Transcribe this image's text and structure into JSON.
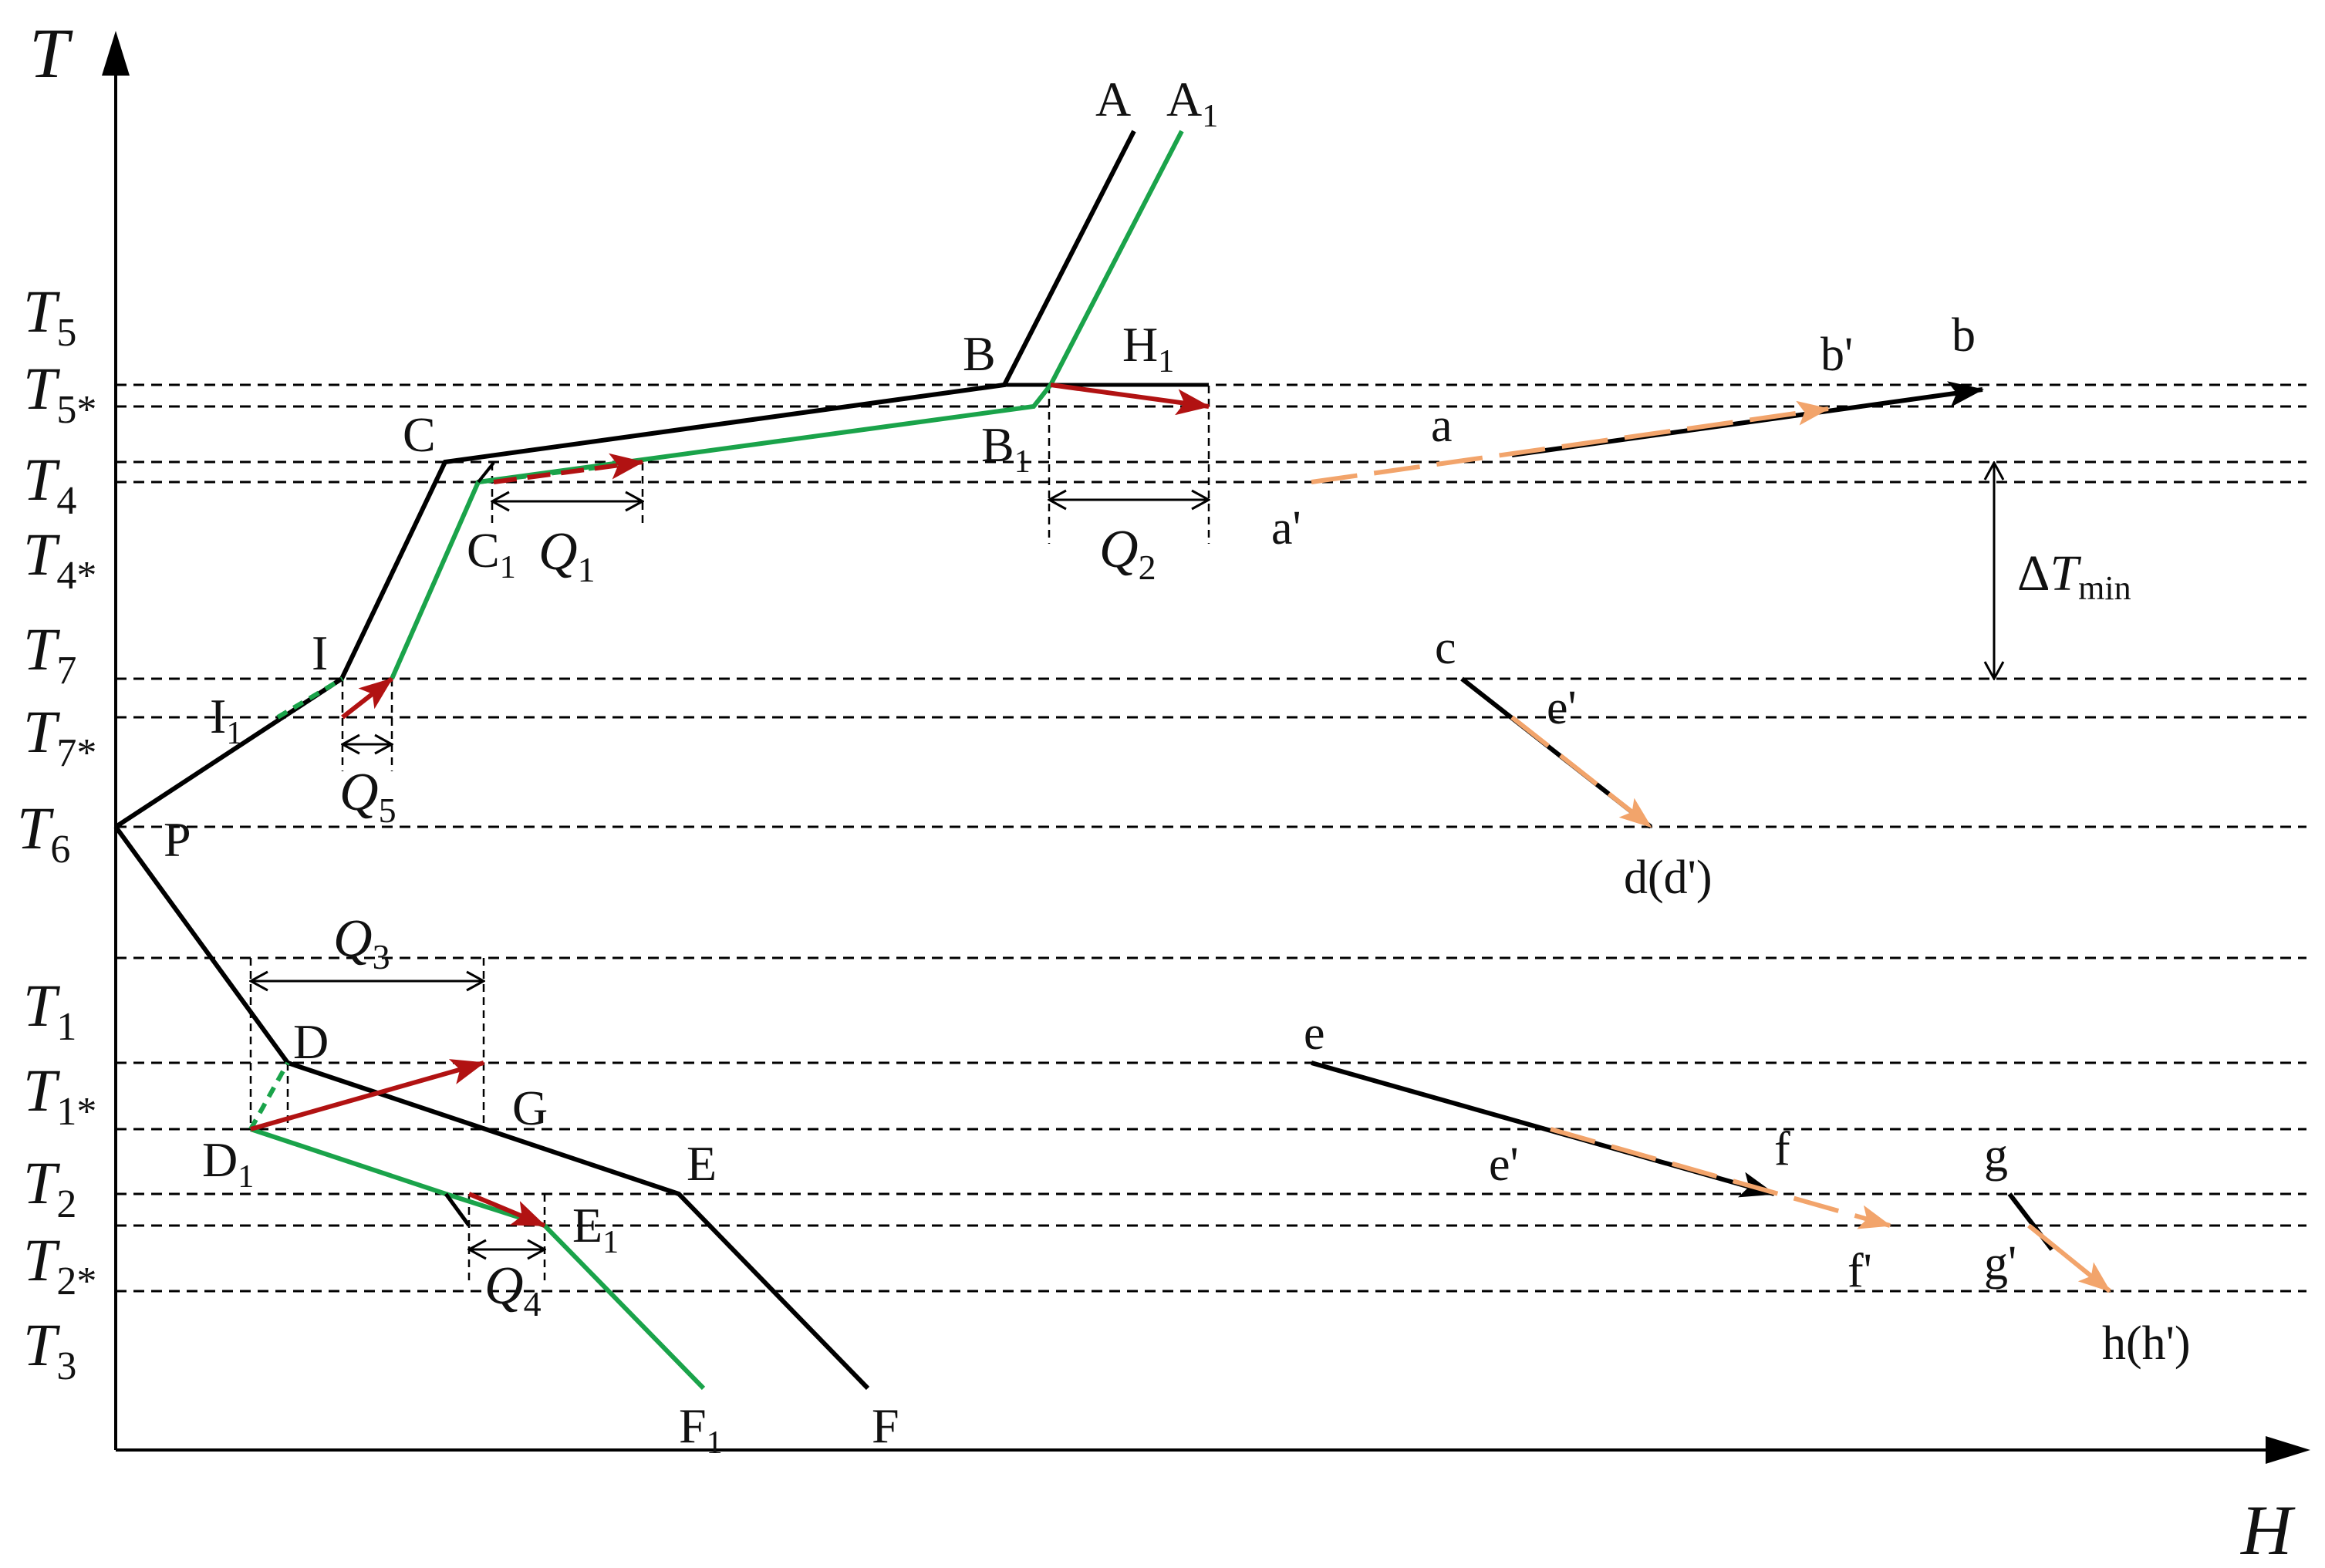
{
  "axes": {
    "y_axis_label": "T",
    "x_axis_label": "H"
  },
  "temperature_levels": [
    {
      "id": "T5",
      "base": "T",
      "sub": "5"
    },
    {
      "id": "T5*",
      "base": "T",
      "sub": "5*"
    },
    {
      "id": "T4",
      "base": "T",
      "sub": "4"
    },
    {
      "id": "T4*",
      "base": "T",
      "sub": "4*"
    },
    {
      "id": "T7",
      "base": "T",
      "sub": "7"
    },
    {
      "id": "T7*",
      "base": "T",
      "sub": "7*"
    },
    {
      "id": "T6",
      "base": "T",
      "sub": "6"
    },
    {
      "id": "T1",
      "base": "T",
      "sub": "1"
    },
    {
      "id": "T1*",
      "base": "T",
      "sub": "1*"
    },
    {
      "id": "T2",
      "base": "T",
      "sub": "2"
    },
    {
      "id": "T2*",
      "base": "T",
      "sub": "2*"
    },
    {
      "id": "T3",
      "base": "T",
      "sub": "3"
    }
  ],
  "points": {
    "A": "A",
    "A1": "A",
    "B": "B",
    "B1": "B",
    "H1": "H",
    "C": "C",
    "C1": "C",
    "I": "I",
    "I1": "I",
    "P": "P",
    "D": "D",
    "D1": "D",
    "G": "G",
    "E": "E",
    "E1": "E",
    "F": "F",
    "F1": "F",
    "sub1": "1"
  },
  "heat_duties": {
    "Q1": {
      "base": "Q",
      "sub": "1"
    },
    "Q2": {
      "base": "Q",
      "sub": "2"
    },
    "Q3": {
      "base": "Q",
      "sub": "3"
    },
    "Q4": {
      "base": "Q",
      "sub": "4"
    },
    "Q5": {
      "base": "Q",
      "sub": "5"
    }
  },
  "delta_t_min": {
    "prefix": "Δ",
    "base": "T",
    "sub": "min"
  },
  "stream_labels": {
    "a": "a",
    "a_prime": "a'",
    "b": "b",
    "b_prime": "b'",
    "c": "c",
    "c_e_prime": "e'",
    "d_d_prime": "d(d')",
    "e": "e",
    "e_prime": "e'",
    "f": "f",
    "f_prime": "f'",
    "g": "g",
    "g_prime": "g'",
    "h_h_prime": "h(h')"
  },
  "colors": {
    "original_curve": "#000000",
    "modified_curve": "#1aa34a",
    "heat_transfer_arrow": "#b11212",
    "shifted_stream": "#f2a46b"
  }
}
